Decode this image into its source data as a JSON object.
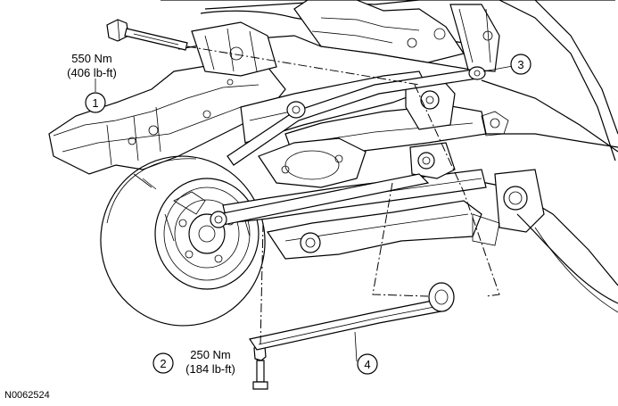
{
  "callouts": [
    {
      "number": "1",
      "torque_nm": "550 Nm",
      "torque_lbft": "(406 lb-ft)"
    },
    {
      "number": "2",
      "torque_nm": "250 Nm",
      "torque_lbft": "(184 lb-ft)"
    },
    {
      "number": "3"
    },
    {
      "number": "4"
    }
  ],
  "figure_ref": "N0062524"
}
